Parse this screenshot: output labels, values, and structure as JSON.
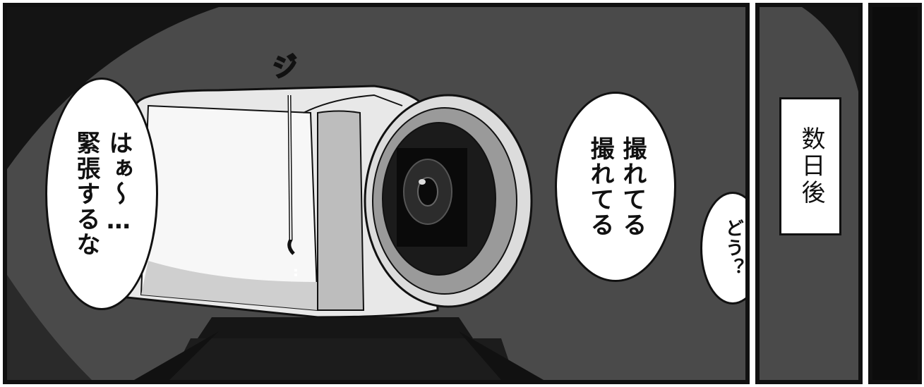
{
  "panels": {
    "main": {
      "sfx": "ジ",
      "speech_left": [
        "はぁ〜…",
        "緊張するな"
      ],
      "drip_marks": "‥",
      "speech_center": [
        "撮れてる",
        "撮れてる"
      ],
      "speech_small": "どう？"
    },
    "middle": {
      "caption": "数日後"
    }
  },
  "colors": {
    "background": "#4a4a4a",
    "border": "#111111",
    "bubble": "#ffffff",
    "right_panel": "#0c0c0c"
  },
  "icons": {
    "camera": "video-camera-illustration",
    "tripod": "tripod-illustration"
  }
}
